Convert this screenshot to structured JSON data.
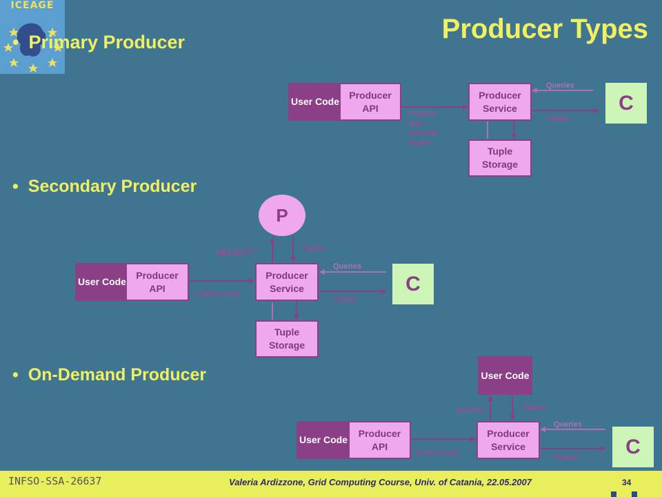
{
  "logo": {
    "text": "ICEAGE"
  },
  "title": "Producer Types",
  "bullets": {
    "primary": "Primary Producer",
    "secondary": "Secondary Producer",
    "ondemand": "On-Demand Producer"
  },
  "primary": {
    "user_code": "User Code",
    "producer_api": "Producer API",
    "producer_service": "Producer Service",
    "tuple_storage": "Tuple Storage",
    "consumer": "C",
    "label_control": "Control and inserted tuples",
    "label_queries": "Queries",
    "label_tuples": "Tuples"
  },
  "secondary": {
    "producer_circle": "P",
    "user_code": "User Code",
    "producer_api": "Producer API",
    "producer_service": "Producer Service",
    "tuple_storage": "Tuple Storage",
    "consumer": "C",
    "label_select": "SELECT *",
    "label_tuples_up": "Tuples",
    "label_control": "Control only",
    "label_queries": "Queries",
    "label_tuples": "Tuples"
  },
  "ondemand": {
    "user_code_top": "User Code",
    "user_code": "User Code",
    "producer_api": "Producer API",
    "producer_service": "Producer Service",
    "consumer": "C",
    "label_queries_up": "Queries",
    "label_tuples_up": "Tuples",
    "label_control": "Control only",
    "label_queries": "Queries",
    "label_tuples": "Tuples"
  },
  "footer": {
    "left": "INFSO-SSA-26637",
    "center": "Valeria Ardizzone, Grid Computing Course, Univ. of Catania, 22.05.2007",
    "page": "34"
  },
  "colors": {
    "background": "#3f7591",
    "accent_yellow": "#f0f060",
    "user_code": "#8a3f86",
    "component_pink": "#f0a8ec",
    "consumer_green": "#cdf5b8",
    "footer": "#e9ef5c"
  }
}
